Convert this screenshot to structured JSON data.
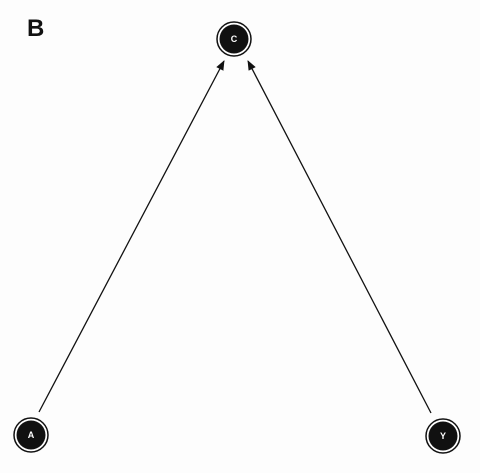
{
  "panel": {
    "label": "B"
  },
  "graph": {
    "nodes": [
      {
        "id": "C",
        "label": "C"
      },
      {
        "id": "A",
        "label": "A"
      },
      {
        "id": "Y",
        "label": "Y"
      }
    ],
    "edges": [
      {
        "from": "A",
        "to": "C"
      },
      {
        "from": "Y",
        "to": "C"
      }
    ]
  },
  "colors": {
    "node_fill": "#111111",
    "node_ring": "#111111",
    "edge": "#111111",
    "label": "#ffffff"
  }
}
